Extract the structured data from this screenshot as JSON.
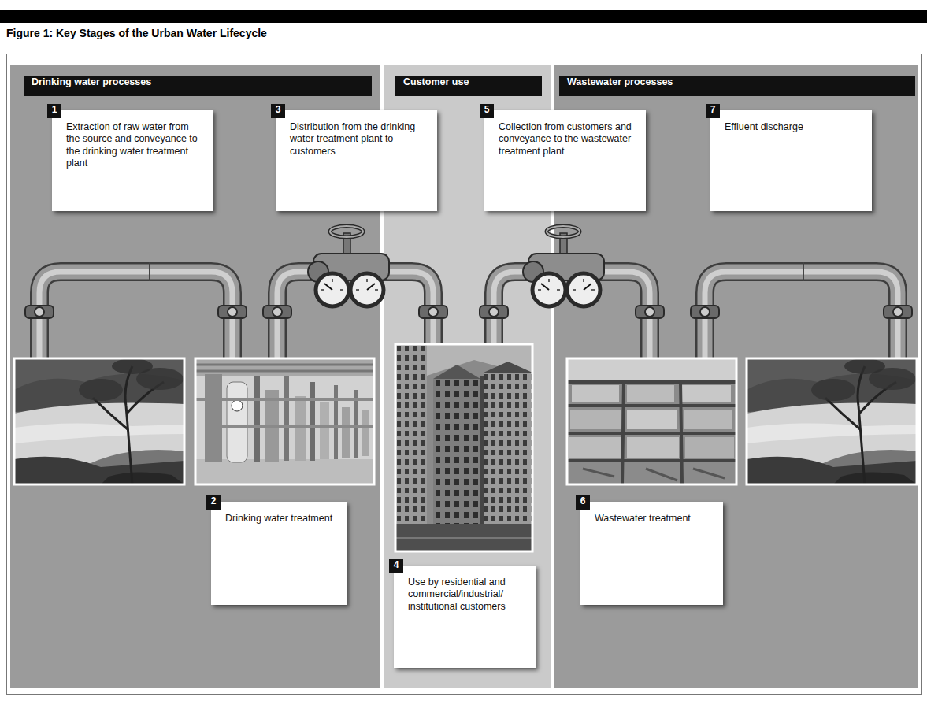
{
  "diagram": {
    "title": "Figure 1: Key Stages of the Urban Water Lifecycle",
    "nodes": [
      {
        "text": [
          "Drinking water processes"
        ]
      },
      {
        "text": [
          "1",
          "Extraction of raw water from the source and conveyance to the drinking water treatment plant"
        ],
        "in": 0
      },
      {
        "text": [
          "2",
          "Drinking water treatment"
        ],
        "in": 0
      },
      {
        "text": [
          "3",
          "Distribution from the drinking water treatment plant to customers"
        ],
        "in": 0
      },
      {
        "text": [
          "Customer use"
        ]
      },
      {
        "text": [
          "4",
          "Use by residential and commercial/industrial/ institutional customers"
        ],
        "in": 4
      },
      {
        "text": [
          "Wastewater processes"
        ]
      },
      {
        "text": [
          "5",
          "Collection from customers and conveyance to the wastewater treatment plant"
        ],
        "in": 6
      },
      {
        "text": [
          "6",
          "Wastewater treatment"
        ],
        "in": 6
      },
      {
        "text": [
          "7",
          "Effluent discharge"
        ],
        "in": 6
      }
    ]
  }
}
